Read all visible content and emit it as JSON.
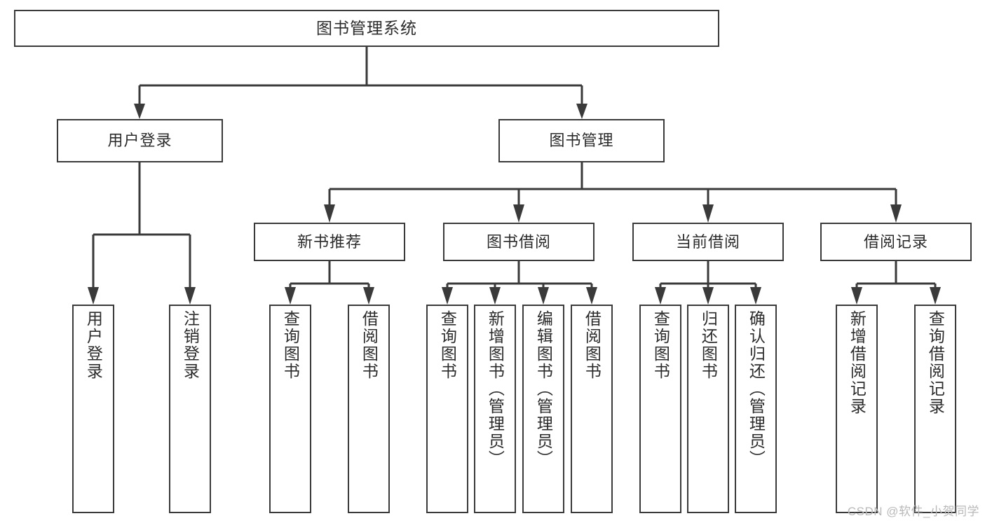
{
  "diagram": {
    "title": "图书管理系统",
    "type": "hierarchy-tree",
    "watermark": "CSDN @软件_小贺同学",
    "colors": {
      "box_border": "#3a3a3a",
      "box_fill": "#ffffff",
      "connector": "#3a3a3a",
      "text": "#2b2b2b",
      "watermark": "#b9b9b9",
      "background": "#ffffff"
    },
    "levels": {
      "root": {
        "label": "图书管理系统"
      },
      "level2": [
        {
          "id": "user-login",
          "label": "用户登录"
        },
        {
          "id": "book-manage",
          "label": "图书管理"
        }
      ],
      "level3": [
        {
          "id": "new-book-recommend",
          "label": "新书推荐"
        },
        {
          "id": "book-borrow",
          "label": "图书借阅"
        },
        {
          "id": "current-borrow",
          "label": "当前借阅"
        },
        {
          "id": "borrow-record",
          "label": "借阅记录"
        }
      ],
      "leaves": {
        "user-login": [
          {
            "id": "leaf-user-login",
            "label": "用户登录"
          },
          {
            "id": "leaf-user-logout",
            "label": "注销登录"
          }
        ],
        "new-book-recommend": [
          {
            "id": "leaf-query-book-1",
            "label": "查询图书"
          },
          {
            "id": "leaf-borrow-book-1",
            "label": "借阅图书"
          }
        ],
        "book-borrow": [
          {
            "id": "leaf-query-book-2",
            "label": "查询图书"
          },
          {
            "id": "leaf-add-book",
            "label": "新增图书（管理员）"
          },
          {
            "id": "leaf-edit-book",
            "label": "编辑图书（管理员）"
          },
          {
            "id": "leaf-borrow-book-2",
            "label": "借阅图书"
          }
        ],
        "current-borrow": [
          {
            "id": "leaf-query-book-3",
            "label": "查询图书"
          },
          {
            "id": "leaf-return-book",
            "label": "归还图书"
          },
          {
            "id": "leaf-confirm-return",
            "label": "确认归还（管理员）"
          }
        ],
        "borrow-record": [
          {
            "id": "leaf-add-record",
            "label": "新增借阅记录"
          },
          {
            "id": "leaf-query-record",
            "label": "查询借阅记录"
          }
        ]
      }
    }
  }
}
